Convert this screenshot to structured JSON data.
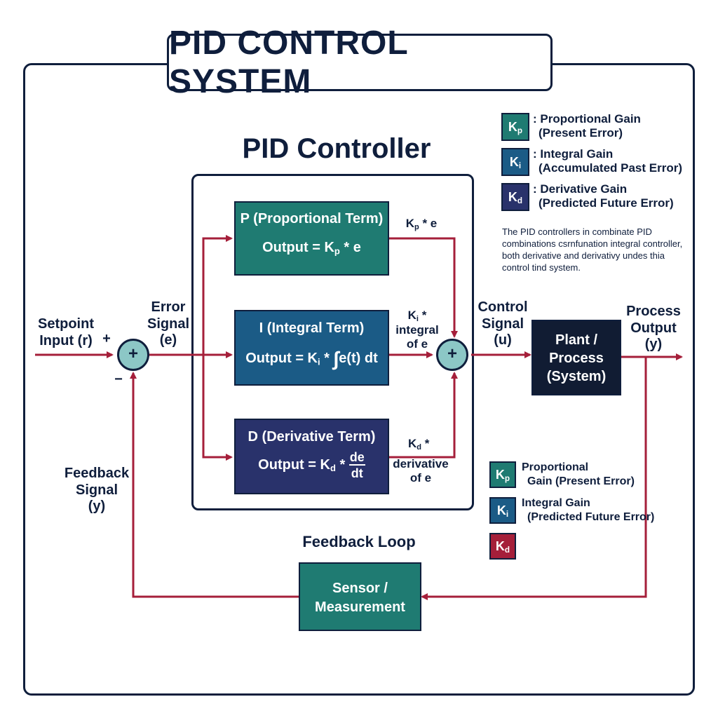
{
  "title": "PID CONTROL SYSTEM",
  "subtitle": "PID Controller",
  "blocks": {
    "p": {
      "title": "P (Proportional Term)",
      "output_prefix": "Output = K",
      "output_sub": "p",
      "output_suffix": " * e"
    },
    "i": {
      "title": "I (Integral Term)",
      "output_prefix": "Output = K",
      "output_sub": "i",
      "output_suffix": " * ",
      "integral_symbol": "∫",
      "integrand": "e(t) dt"
    },
    "d": {
      "title": "D (Derivative Term)",
      "output_prefix": "Output = K",
      "output_sub": "d",
      "output_suffix": " *",
      "frac_num": "de",
      "frac_den": "dt"
    },
    "plant": {
      "line1": "Plant /",
      "line2": "Process",
      "line3": "(System)"
    },
    "sensor": {
      "line1": "Sensor /",
      "line2": "Measurement"
    }
  },
  "labels": {
    "setpoint_line1": "Setpoint",
    "setpoint_line2": "Input (r)",
    "plus": "+",
    "minus": "−",
    "error_line1": "Error",
    "error_line2": "Signal",
    "error_line3": "(e)",
    "feedback_line1": "Feedback",
    "feedback_line2": "Signal",
    "feedback_line3": "(y)",
    "control_line1": "Control",
    "control_line2": "Signal",
    "control_line3": "(u)",
    "process_line1": "Process",
    "process_line2": "Output",
    "process_line3": "(y)",
    "feedback_loop": "Feedback Loop",
    "kp_term": {
      "k": "K",
      "sub": "p",
      "rest": " * e"
    },
    "ki_term": {
      "k": "K",
      "sub": "i",
      "rest": " *",
      "line2": "integral",
      "line3": "of e"
    },
    "kd_term": {
      "k": "K",
      "sub": "d",
      "rest": " *",
      "line2": "derivative",
      "line3": "of e"
    },
    "sum_symbol": "+"
  },
  "legend_top": [
    {
      "k": "K",
      "sub": "p",
      "line1": ": Proportional Gain",
      "line2": "(Present Error)",
      "color": "#1f7b72"
    },
    {
      "k": "K",
      "sub": "i",
      "line1": ": Integral Gain",
      "line2": "(Accumulated Past Error)",
      "color": "#1b5b86"
    },
    {
      "k": "K",
      "sub": "d",
      "line1": ": Derivative Gain",
      "line2": "(Predicted Future Error)",
      "color": "#29326b"
    }
  ],
  "note_text": "The PID controllers in combinate PID combinations csrnfunation integral controller, both derivative and derivativy undes thia control tind system.",
  "legend_bottom": [
    {
      "k": "K",
      "sub": "p",
      "line1": "Proportional",
      "line2": "Gain (Present Error)",
      "color": "#1f7b72"
    },
    {
      "k": "K",
      "sub": "i",
      "line1": "Integral Gain",
      "line2": "(Predicted Future Error)",
      "color": "#1b5b86"
    },
    {
      "k": "K",
      "sub": "d",
      "line1": "",
      "line2": "",
      "color": "#a51f3a"
    }
  ],
  "colors": {
    "wire": "#a51f3a",
    "outline": "#0f1e3c",
    "teal": "#1f7b72",
    "blue": "#1b5b86",
    "navy": "#29326b",
    "plant": "#111c33",
    "sum": "#8cc7c6"
  }
}
